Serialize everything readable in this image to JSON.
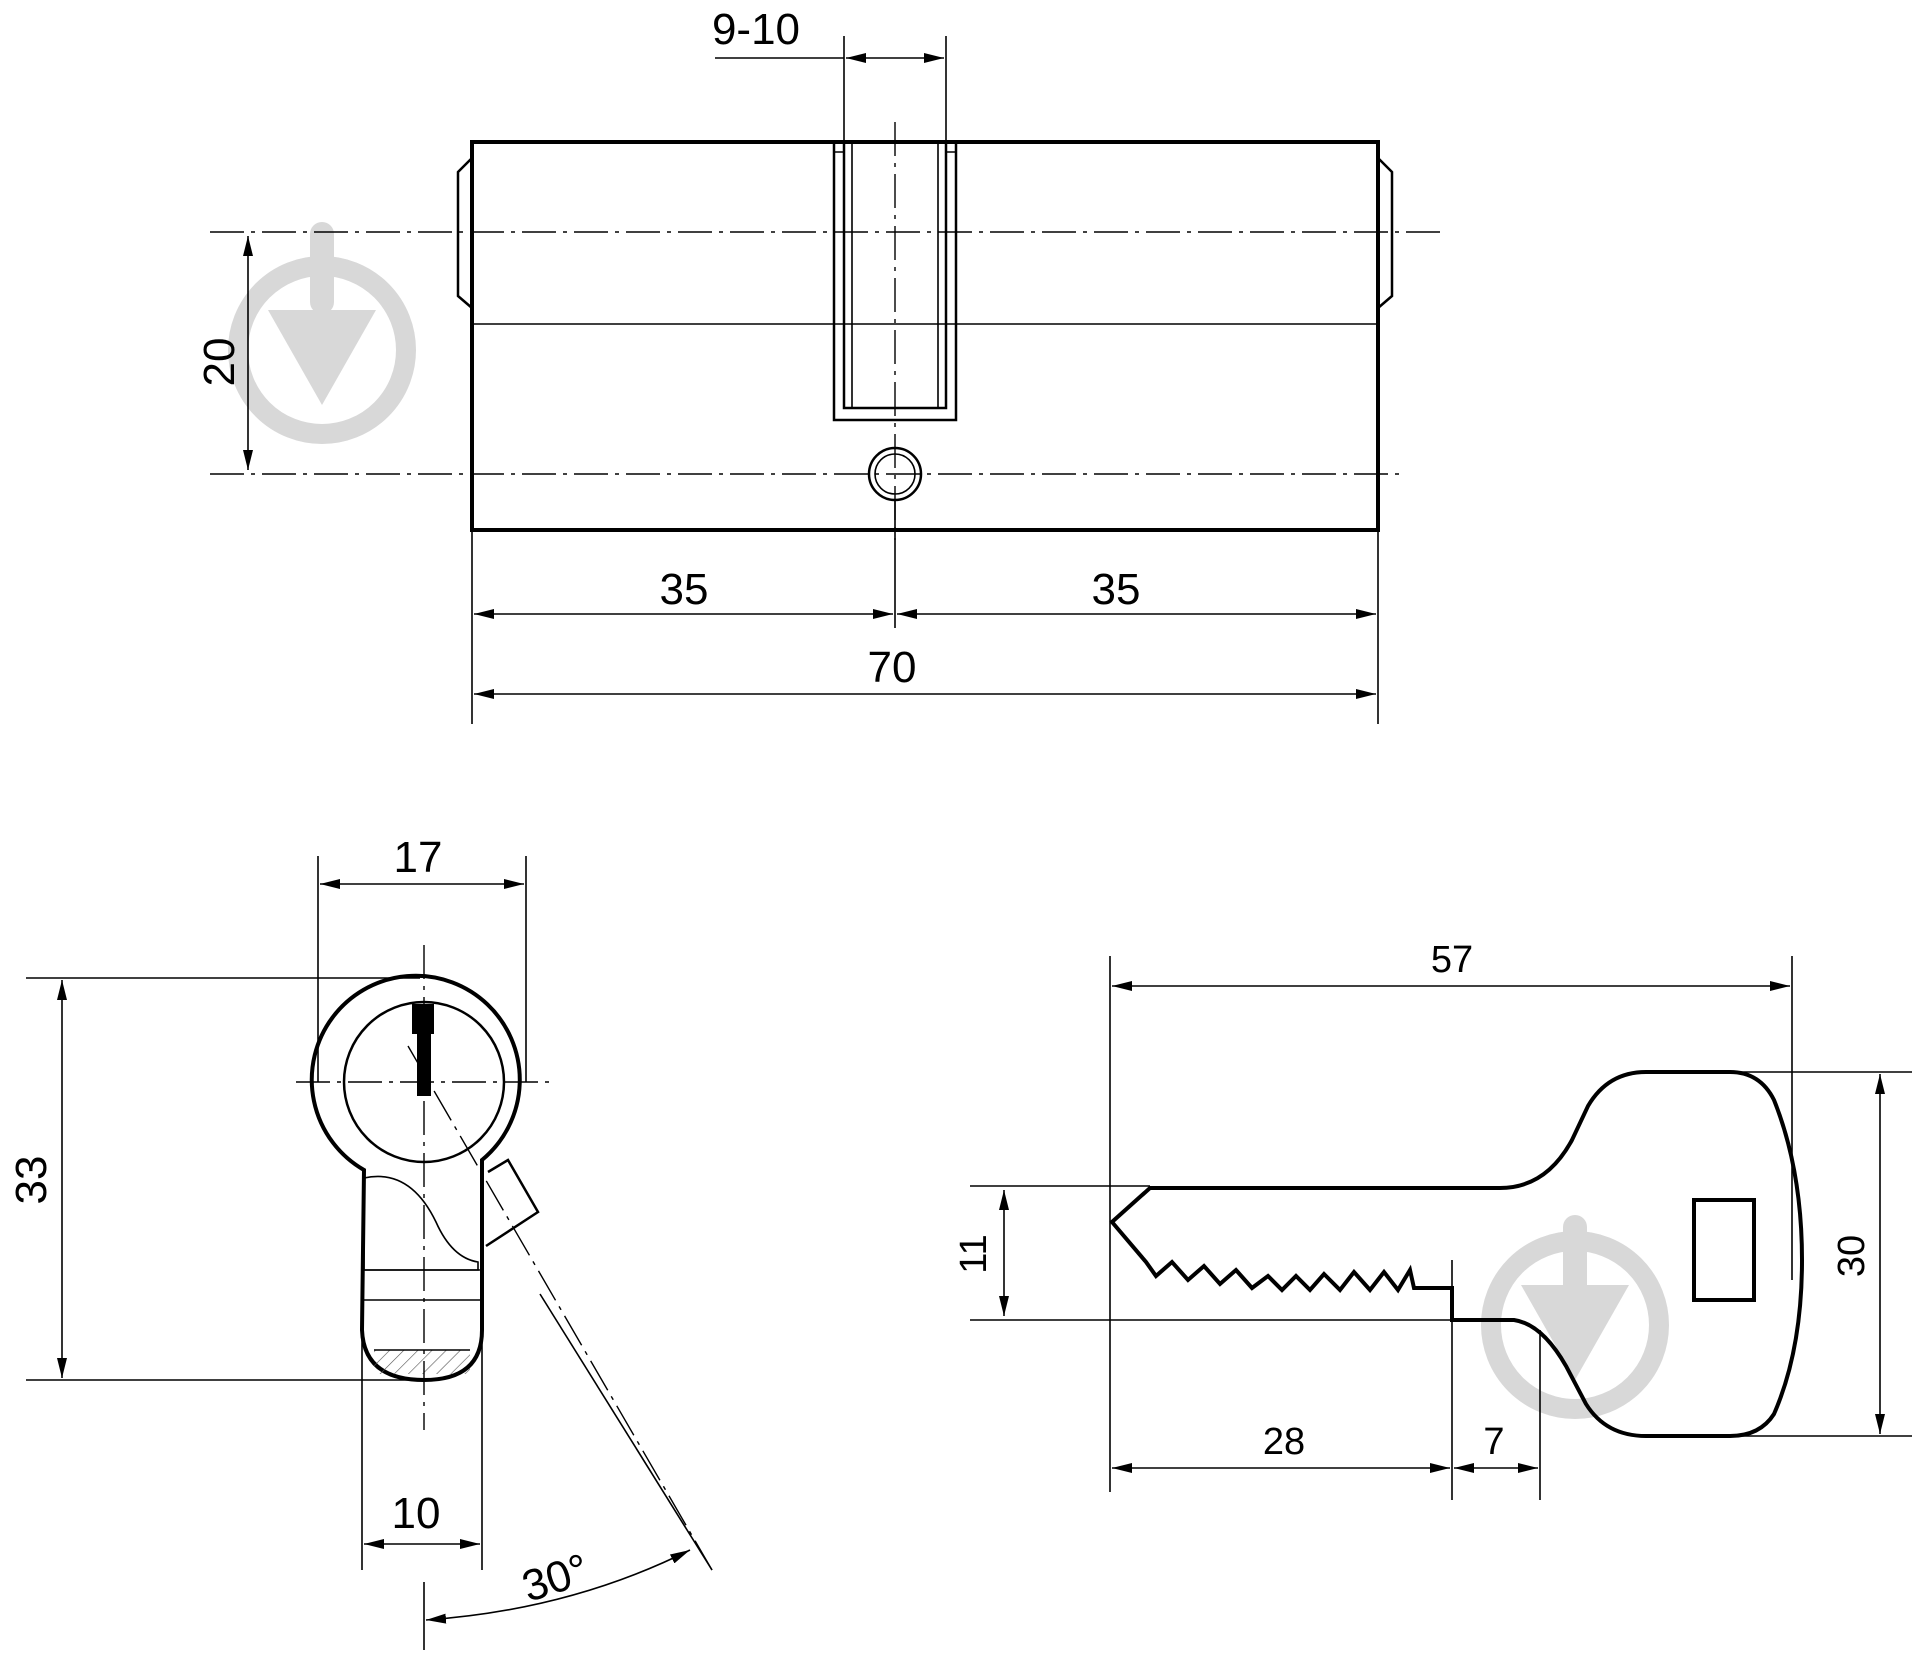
{
  "dimensions": {
    "cylinder": {
      "cam_slot": "9-10",
      "axis_offset": "20",
      "left_length": "35",
      "right_length": "35",
      "total_length": "70"
    },
    "profile": {
      "width": "17",
      "height": "33",
      "bottom_width": "10",
      "cam_angle": "30°"
    },
    "key": {
      "total_length": "57",
      "blade_height": "11",
      "head_height": "30",
      "blade_length": "28",
      "shoulder": "7"
    }
  },
  "colors": {
    "line": "#000000",
    "watermark": "#d8d8d8"
  }
}
